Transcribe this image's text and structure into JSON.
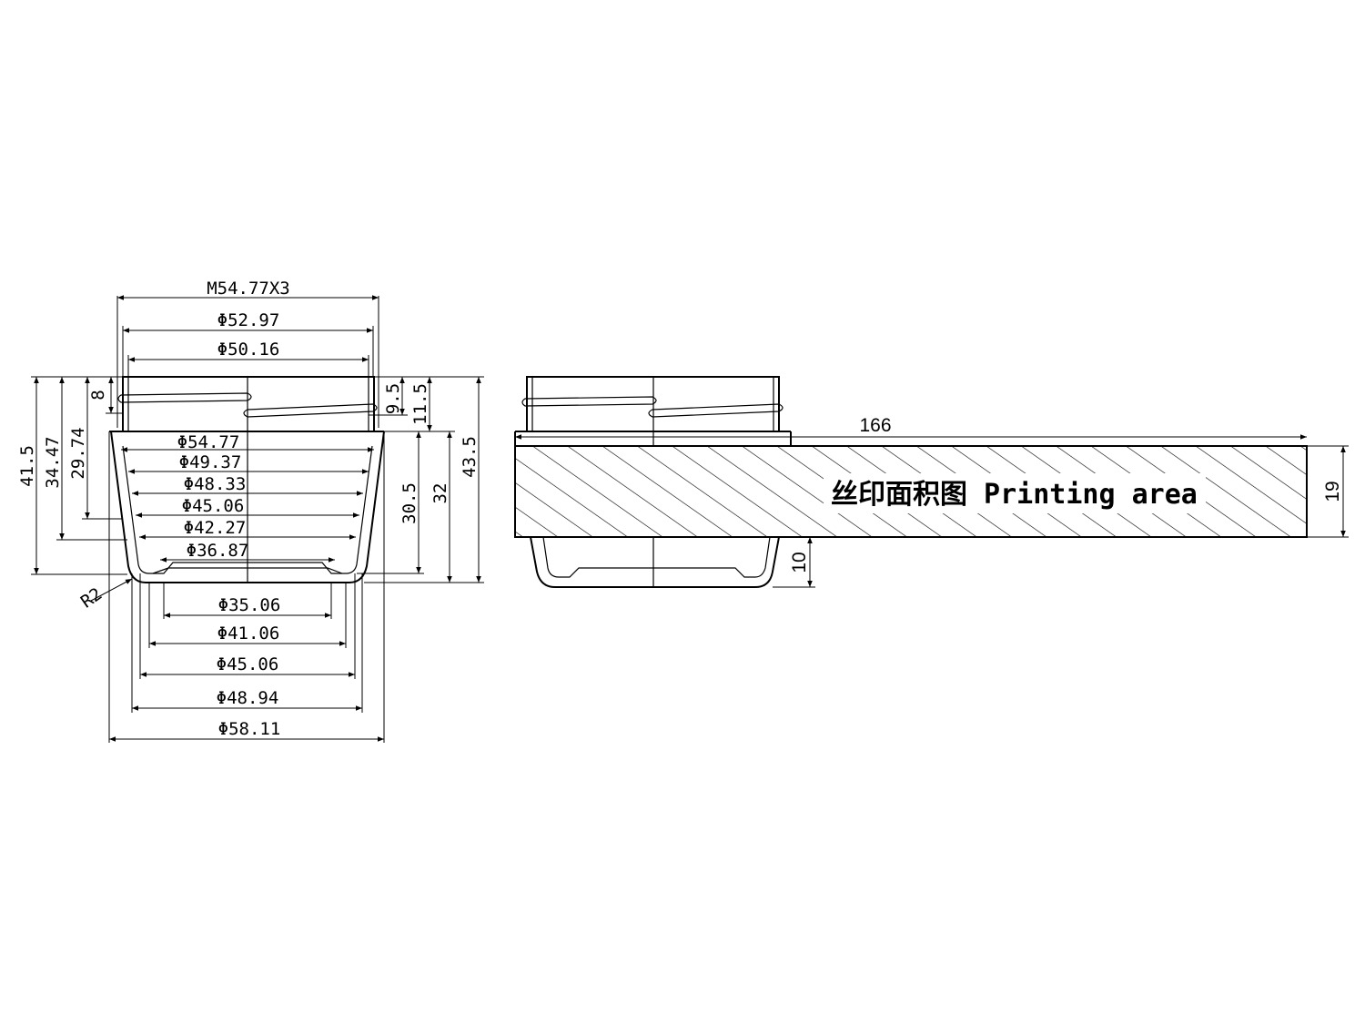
{
  "front_view": {
    "thread_spec": "M54.77X3",
    "top_diameters": [
      "Φ52.97",
      "Φ50.16"
    ],
    "inner_diameters": [
      "Φ54.77",
      "Φ49.37",
      "Φ48.33",
      "Φ45.06",
      "Φ42.27",
      "Φ36.87"
    ],
    "bottom_diameters": [
      "Φ35.06",
      "Φ41.06",
      "Φ45.06",
      "Φ48.94",
      "Φ58.11"
    ],
    "left_heights": [
      "41.5",
      "34.47",
      "29.74",
      "8"
    ],
    "right_heights": [
      "9.5",
      "11.5",
      "30.5",
      "32",
      "43.5"
    ],
    "radius": "R2"
  },
  "side_view": {
    "total_length": "166",
    "printing_height": "19",
    "bottom_gap": "10",
    "printing_label": "丝印面积图 Printing area"
  }
}
